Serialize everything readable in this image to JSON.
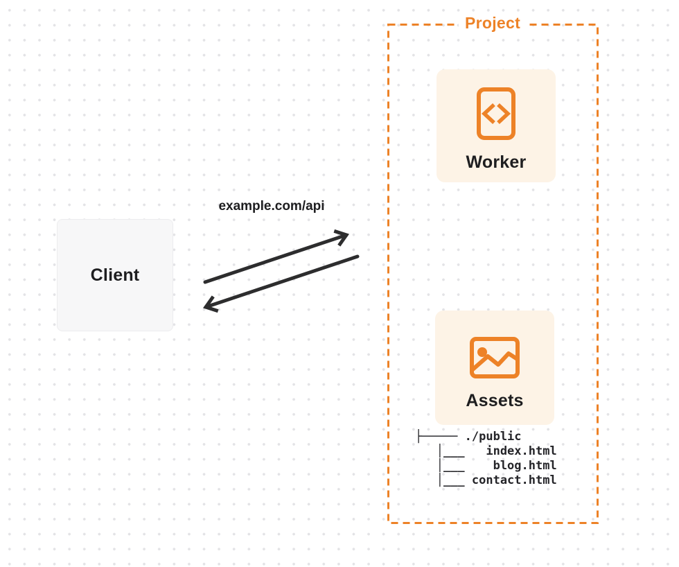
{
  "colors": {
    "orange": "#ED8227",
    "cream": "#FDF3E6",
    "surface": "#F7F7F8",
    "surface_border": "#ECECEE",
    "ink": "#1E1E20",
    "arrow": "#2D2D2E",
    "dot": "#E3E3E6",
    "bg": "#FFFFFF"
  },
  "client": {
    "label": "Client"
  },
  "connection": {
    "label": "example.com/api"
  },
  "project": {
    "label": "Project",
    "nodes": [
      {
        "id": "worker",
        "label": "Worker",
        "icon": "code-document-icon"
      },
      {
        "id": "assets",
        "label": "Assets",
        "icon": "image-icon"
      }
    ],
    "file_tree": {
      "root": "./public",
      "files": [
        "index.html",
        "blog.html",
        "contact.html"
      ],
      "text": "├───── ./public\n   │___   index.html\n   │___    blog.html\n   │___ contact.html"
    }
  }
}
